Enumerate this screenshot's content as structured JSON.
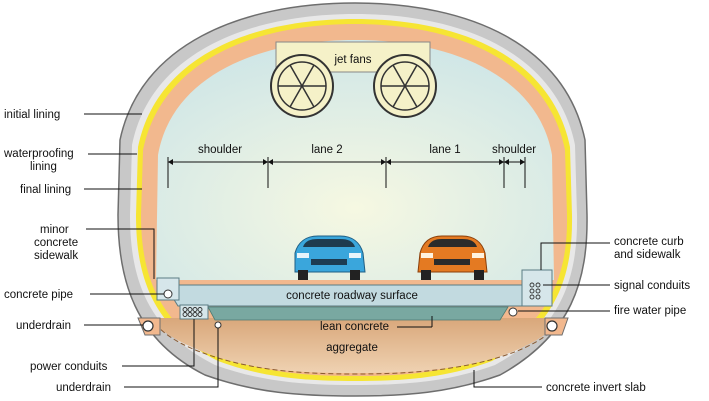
{
  "labels": {
    "jet_fans": "jet fans",
    "shoulder_left": "shoulder",
    "lane_2": "lane 2",
    "lane_1": "lane 1",
    "shoulder_right": "shoulder",
    "initial_lining": "initial lining",
    "waterproofing_lining_1": "waterproofing",
    "waterproofing_lining_2": "lining",
    "final_lining": "final lining",
    "minor_sidewalk_1": "minor",
    "minor_sidewalk_2": "concrete",
    "minor_sidewalk_3": "sidewalk",
    "concrete_pipe": "concrete pipe",
    "underdrain_upper": "underdrain",
    "power_conduits": "power conduits",
    "underdrain_lower": "underdrain",
    "concrete_curb_1": "concrete curb",
    "concrete_curb_2": "and sidewalk",
    "signal_conduits": "signal conduits",
    "fire_water_pipe": "fire water pipe",
    "concrete_invert_slab": "concrete invert slab",
    "roadway_surface": "concrete roadway surface",
    "lean_concrete": "lean concrete",
    "aggregate": "aggregate"
  },
  "colors": {
    "rock": "#c9c9c9",
    "initial_lining": "#e9e9e9",
    "waterproofing": "#f7e83a",
    "final_lining": "#f1b98f",
    "tunnel_air": "#dcefe9",
    "roadway": "#c3dbe0",
    "lean_concrete": "#7aa9a2",
    "aggregate": "#ddb58c",
    "car_blue": "#3aa6dc",
    "car_orange": "#e47a22"
  }
}
